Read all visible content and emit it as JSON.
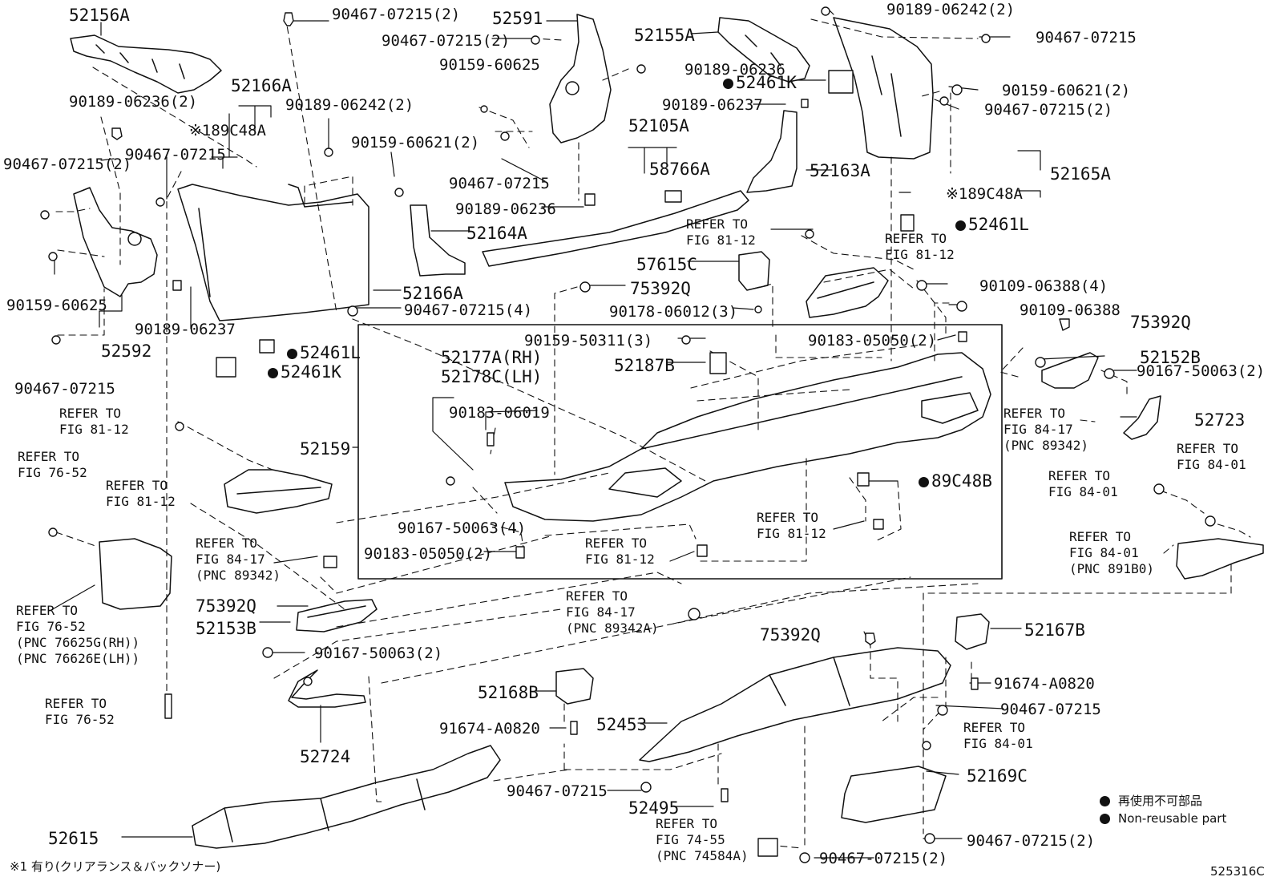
{
  "diagram": {
    "illustration_number": "525316C",
    "footnote": "※1 有り(クリアランス＆バックソナー)",
    "legend": [
      {
        "symbol": "filled-circle",
        "label": "再使用不可部品"
      },
      {
        "symbol": "filled-circle",
        "label": "Non-reusable part"
      }
    ],
    "parts": {
      "p52156A": "52156A",
      "p90467_07215_2_top": "90467-07215(2)",
      "p52591": "52591",
      "p90467_07215_2_b": "90467-07215(2)",
      "p90159_60625_top": "90159-60625",
      "p52155A": "52155A",
      "p90189_06236_top": "90189-06236",
      "p90189_06242_2_tr": "90189-06242(2)",
      "p90467_07215_tr": "90467-07215",
      "p52461K_tr": "52461K",
      "p90159_60621_2_tr": "90159-60621(2)",
      "p90189_06237_tr": "90189-06237",
      "p90467_07215_2_tr2": "90467-07215(2)",
      "p52166A_top": "52166A",
      "p90189_06236_2": "90189-06236(2)",
      "p189C48A_left": "※189C48A",
      "p90189_06242_2_mid": "90189-06242(2)",
      "p90467_07215_left1": "90467-07215",
      "p90159_60621_2_mid": "90159-60621(2)",
      "p90467_07215_2_left": "90467-07215(2)",
      "p52105A": "52105A",
      "p58766A": "58766A",
      "p52163A": "52163A",
      "p52165A": "52165A",
      "p90467_07215_mid": "90467-07215",
      "p90189_06236_mid": "90189-06236",
      "p189C48A_right": "※189C48A",
      "p52461L_right": "52461L",
      "p52164A": "52164A",
      "p57615C": "57615C",
      "p90159_60625_left": "90159-60625",
      "p52166A_mid": "52166A",
      "p75392Q_top": "75392Q",
      "p90109_06388_4": "90109-06388(4)",
      "p90189_06237_left": "90189-06237",
      "p90467_07215_4": "90467-07215(4)",
      "p90178_06012_3": "90178-06012(3)",
      "p90109_06388": "90109-06388",
      "p75392Q_right": "75392Q",
      "p52592": "52592",
      "p52461L_left": "52461L",
      "p52461K_left": "52461K",
      "p90159_50311_3": "90159-50311(3)",
      "p90183_05050_2_top": "90183-05050(2)",
      "p52177A": "52177A(RH)",
      "p52178C": "52178C(LH)",
      "p52187B": "52187B",
      "p52152B": "52152B",
      "p90167_50063_2_right": "90167-50063(2)",
      "p90467_07215_left2": "90467-07215",
      "p90183_06019": "90183-06019",
      "p52723": "52723",
      "p52159": "52159",
      "p89C48B": "89C48B",
      "p90167_50063_4": "90167-50063(4)",
      "p90183_05050_2_bot": "90183-05050(2)",
      "p75392Q_mid": "75392Q",
      "p52153B": "52153B",
      "p90167_50063_2_left": "90167-50063(2)",
      "p75392Q_lower": "75392Q",
      "p52167B": "52167B",
      "p52168B": "52168B",
      "p91674_A0820_right": "91674-A0820",
      "p90467_07215_br": "90467-07215",
      "p91674_A0820_left": "91674-A0820",
      "p52453": "52453",
      "p52724": "52724",
      "p90467_07215_bl": "90467-07215",
      "p52169C": "52169C",
      "p52495": "52495",
      "p90467_07215_2_br": "90467-07215(2)",
      "p52615": "52615",
      "p90467_07215_2_bottom": "90467-07215(2)"
    },
    "references": {
      "r_81_12_a": "REFER TO\nFIG 81-12",
      "r_81_12_b": "REFER TO\nFIG 81-12",
      "r_81_12_c": "REFER TO\nFIG 81-12",
      "r_76_52_a": "REFER TO\nFIG 76-52",
      "r_81_12_d": "REFER TO\nFIG 81-12",
      "r_84_17_a": "REFER TO\nFIG 84-17\n(PNC 89342)",
      "r_84_01_a": "REFER TO\nFIG 84-01",
      "r_84_01_b": "REFER TO\nFIG 84-01",
      "r_81_12_e": "REFER TO\nFIG 81-12",
      "r_81_12_f": "REFER TO\nFIG 81-12",
      "r_84_01_c": "REFER TO\nFIG 84-01\n(PNC 891B0)",
      "r_84_17_b": "REFER TO\nFIG 84-17\n(PNC 89342)",
      "r_76_52_b": "REFER TO\nFIG 76-52\n(PNC 76625G(RH))\n(PNC 76626E(LH))",
      "r_84_17_c": "REFER TO\nFIG 84-17\n(PNC 89342A)",
      "r_76_52_c": "REFER TO\nFIG 76-52",
      "r_84_01_d": "REFER TO\nFIG 84-01",
      "r_74_55": "REFER TO\nFIG 74-55\n(PNC 74584A)"
    }
  }
}
